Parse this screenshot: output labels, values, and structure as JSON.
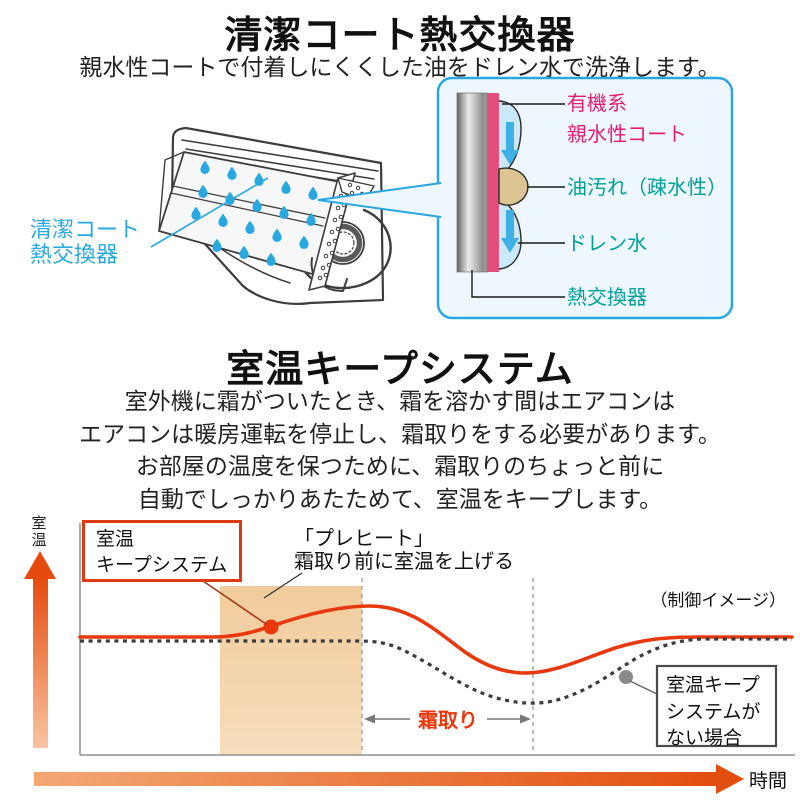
{
  "section1": {
    "title": "清潔コート熱交換器",
    "subtitle": "親水性コートで付着しにくくした油をドレン水で洗浄します。",
    "unit_label_line1": "清潔コート",
    "unit_label_line2": "熱交換器",
    "panel": {
      "coat_label_line1": "有機系",
      "coat_label_line2": "親水性コート",
      "oil_label": "油汚れ（疎水性）",
      "drain_label": "ドレン水",
      "hex_label": "熱交換器"
    }
  },
  "section2": {
    "title": "室温キープシステム",
    "lines": [
      "室外機に霜がついたとき、霜を溶かす間はエアコンは",
      "エアコンは暖房運転を停止し、霜取りをする必要があります。",
      "お部屋の温度を保つために、霜取りのちょっと前に",
      "自動でしっかりあたためて、室温をキープします。"
    ],
    "chart": {
      "y_axis_label": "室温",
      "x_axis_label": "時間",
      "note": "（制御イメージ）",
      "keep_box_line1": "室温",
      "keep_box_line2": "キープシステム",
      "preheat_line1": "「プレヒート」",
      "preheat_line2": "霜取り前に室温を上げる",
      "defrost_label": "霜取り",
      "no_system_line1": "室温キープ",
      "no_system_line2": "システムが",
      "no_system_line3": "ない場合"
    }
  },
  "chart_data": {
    "type": "line",
    "title": "室温キープシステム（制御イメージ）",
    "xlabel": "時間",
    "ylabel": "室温",
    "grid": false,
    "series": [
      {
        "name": "室温キープシステム",
        "style": "solid-red",
        "x": [
          0.0,
          0.2,
          0.27,
          0.35,
          0.41,
          0.5,
          0.63,
          0.72,
          0.82,
          1.0
        ],
        "y": [
          0,
          0,
          1.5,
          4.0,
          4.2,
          0.5,
          -4.8,
          -2.5,
          0,
          0
        ]
      },
      {
        "name": "室温キープシステムがない場合",
        "style": "dotted-gray",
        "x": [
          0.0,
          0.4,
          0.5,
          0.58,
          0.64,
          0.72,
          0.8,
          0.88,
          1.0
        ],
        "y": [
          -0.3,
          -0.3,
          -3.5,
          -7.5,
          -9.0,
          -6.5,
          -3.0,
          -0.5,
          -0.5
        ]
      }
    ],
    "annotations": {
      "preheat_interval_x": [
        0.2,
        0.4
      ],
      "defrost_interval_x": [
        0.4,
        0.64
      ]
    }
  },
  "colors": {
    "accent_red": "#e8380d",
    "accent_cyan": "#29a8e0",
    "accent_pink": "#e61c73",
    "accent_teal": "#00a099",
    "coat_pink": "#e34f7d",
    "orange_arrow": "#e8490f",
    "preheat_fill": "#f2cfa2",
    "dotted_gray": "#3c3c3c"
  }
}
